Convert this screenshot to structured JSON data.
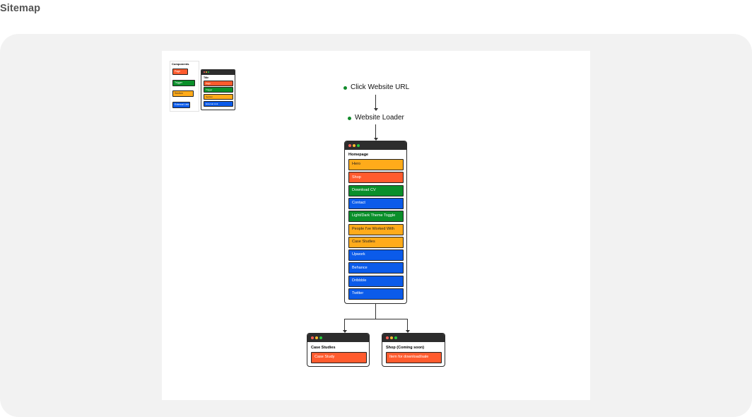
{
  "page_title": "Sitemap",
  "colors": {
    "orange": "#ff5b2e",
    "green": "#0a8f2a",
    "yellow": "#ffab1a",
    "blue": "#0b5bea",
    "node_dot": "#118a2b",
    "titlebar": "#2d2d2d"
  },
  "legend": {
    "heading": "Components",
    "items": [
      {
        "label": "Page",
        "color": "orange"
      },
      {
        "label": "Trigger",
        "color": "green"
      },
      {
        "label": "Section",
        "color": "yellow"
      },
      {
        "label": "External Link",
        "color": "blue"
      }
    ],
    "template_window": {
      "heading": "Title",
      "items": [
        {
          "label": "Page",
          "color": "orange"
        },
        {
          "label": "Trigger",
          "color": "green"
        },
        {
          "label": "Section",
          "color": "yellow"
        },
        {
          "label": "External Link",
          "color": "blue"
        }
      ]
    }
  },
  "flow": {
    "start": "Click Website URL",
    "loader": "Website Loader"
  },
  "homepage": {
    "heading": "Homepage",
    "items": [
      {
        "label": "Hero",
        "color": "yellow"
      },
      {
        "label": "Shop",
        "color": "orange"
      },
      {
        "label": "Download CV",
        "color": "green"
      },
      {
        "label": "Contact",
        "color": "blue"
      },
      {
        "label": "Light/Dark Theme Toggle",
        "color": "green"
      },
      {
        "label": "People I've Worked With",
        "color": "yellow"
      },
      {
        "label": "Case Studies",
        "color": "yellow"
      },
      {
        "label": "Upwork",
        "color": "blue"
      },
      {
        "label": "Behance",
        "color": "blue"
      },
      {
        "label": "Dribbble",
        "color": "blue"
      },
      {
        "label": "Twitter",
        "color": "blue"
      }
    ]
  },
  "case_studies_page": {
    "heading": "Case Studies",
    "items": [
      {
        "label": "Case Study",
        "color": "orange"
      }
    ]
  },
  "shop_page": {
    "heading": "Shop (Coming soon)",
    "items": [
      {
        "label": "Item for download/sale",
        "color": "orange"
      }
    ]
  }
}
